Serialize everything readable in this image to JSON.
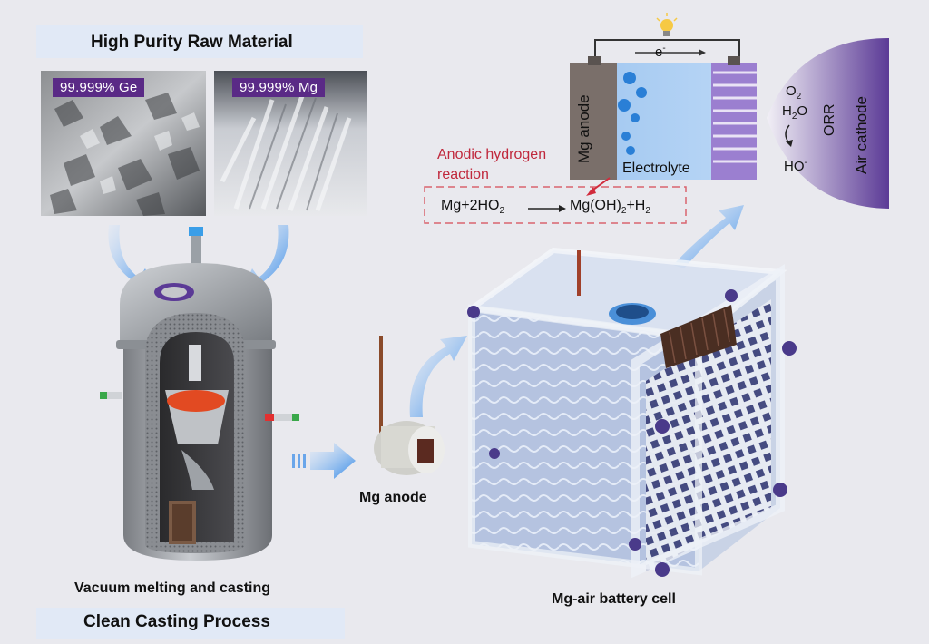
{
  "raw_material": {
    "title": "High Purity Raw Material",
    "ge_tag": "99.999% Ge",
    "mg_tag": "99.999% Mg"
  },
  "casting": {
    "caption": "Vacuum melting and casting",
    "process_title": "Clean Casting Process"
  },
  "anode": {
    "label": "Mg anode"
  },
  "battery": {
    "caption": "Mg-air battery cell"
  },
  "schematic": {
    "electron": "e",
    "electron_sup": "-",
    "anode_label": "Mg anode",
    "electrolyte_label": "Electrolyte",
    "cathode_label": "Air cathode",
    "orr_label": "ORR",
    "o2": "O",
    "o2_sub": "2",
    "h2o": "H",
    "h2o_sub": "2",
    "h2o_tail": "O",
    "ho": "HO",
    "ho_sup": "-",
    "hydrogen_reaction": "Anodic hydrogen reaction",
    "reaction_left": "Mg+2HO",
    "reaction_left_sub": "2",
    "reaction_right": "Mg(OH)",
    "reaction_right_sub": "2",
    "reaction_right_tail": "+H",
    "reaction_right_sub2": "2"
  },
  "colors": {
    "arrow_blue": "#3b8fe0",
    "purple": "#5a2a86",
    "electrolyte": "#a9cdf3",
    "hydrogen_red": "#c0283c"
  }
}
